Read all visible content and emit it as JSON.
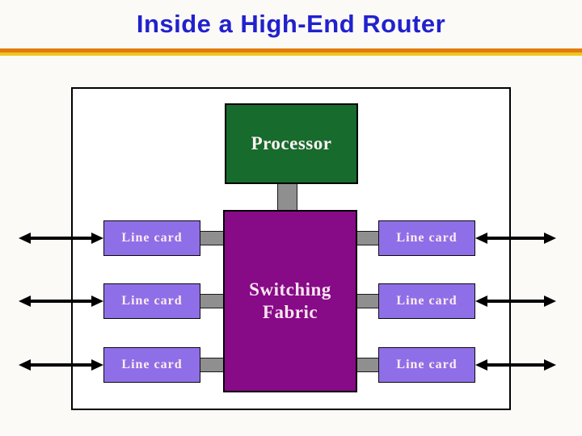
{
  "header": {
    "title": "Inside a High-End Router",
    "title_color": "#2121CE",
    "divider_colors": {
      "orange": "#E17D0E",
      "gold": "#EFC51F"
    }
  },
  "diagram": {
    "processor": {
      "label": "Processor",
      "fill": "#176B2C",
      "text_color": "#FDF2F4"
    },
    "fabric": {
      "label": "Switching Fabric",
      "fill": "#870A87",
      "text_color": "#F7E6EF"
    },
    "line_cards": {
      "fill": "#8F6FE7",
      "text_color": "#FFECF0",
      "left": [
        "Line card",
        "Line card",
        "Line card"
      ],
      "right": [
        "Line card",
        "Line card",
        "Line card"
      ]
    },
    "connector_color": "#8F8F8F",
    "arrow_color": "#000000",
    "chassis": {
      "fill": "#FFFFFF",
      "border": "#000000"
    }
  }
}
